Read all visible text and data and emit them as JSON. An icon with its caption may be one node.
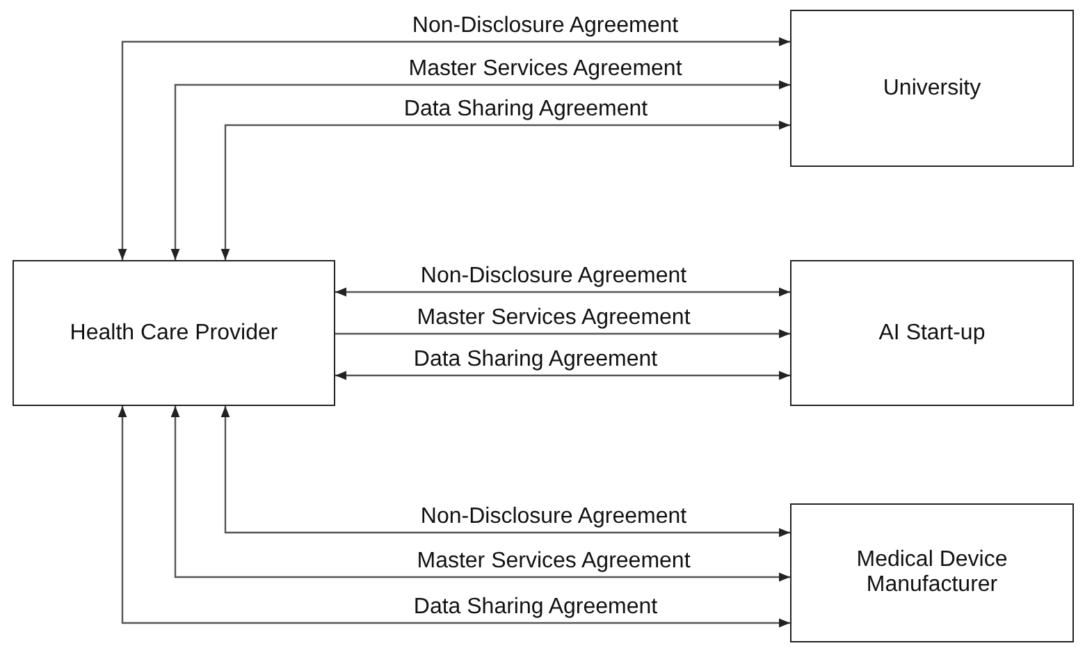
{
  "diagram": {
    "nodes": [
      {
        "text": [
          "University"
        ]
      },
      {
        "text": [
          "Health Care Provider"
        ]
      },
      {
        "text": [
          "AI Start-up"
        ]
      },
      {
        "text": [
          "Medical Device Manufacturer"
        ]
      }
    ],
    "edges": [
      {
        "from": 1,
        "to": 0,
        "arrow": "both",
        "label": "Non-Disclosure Agreement"
      },
      {
        "from": 1,
        "to": 0,
        "arrow": "both",
        "label": "Master Services Agreement"
      },
      {
        "from": 1,
        "to": 0,
        "arrow": "both",
        "label": "Data Sharing Agreement"
      },
      {
        "from": 1,
        "to": 2,
        "arrow": "both",
        "label": "Non-Disclosure Agreement"
      },
      {
        "from": 1,
        "to": 2,
        "arrow": "to",
        "label": "Master Services Agreement"
      },
      {
        "from": 1,
        "to": 2,
        "arrow": "both",
        "label": "Data Sharing Agreement"
      },
      {
        "from": 1,
        "to": 3,
        "arrow": "both",
        "label": "Non-Disclosure Agreement"
      },
      {
        "from": 1,
        "to": 3,
        "arrow": "both",
        "label": "Master Services Agreement"
      },
      {
        "from": 1,
        "to": 3,
        "arrow": "both",
        "label": "Data Sharing Agreement"
      }
    ]
  }
}
